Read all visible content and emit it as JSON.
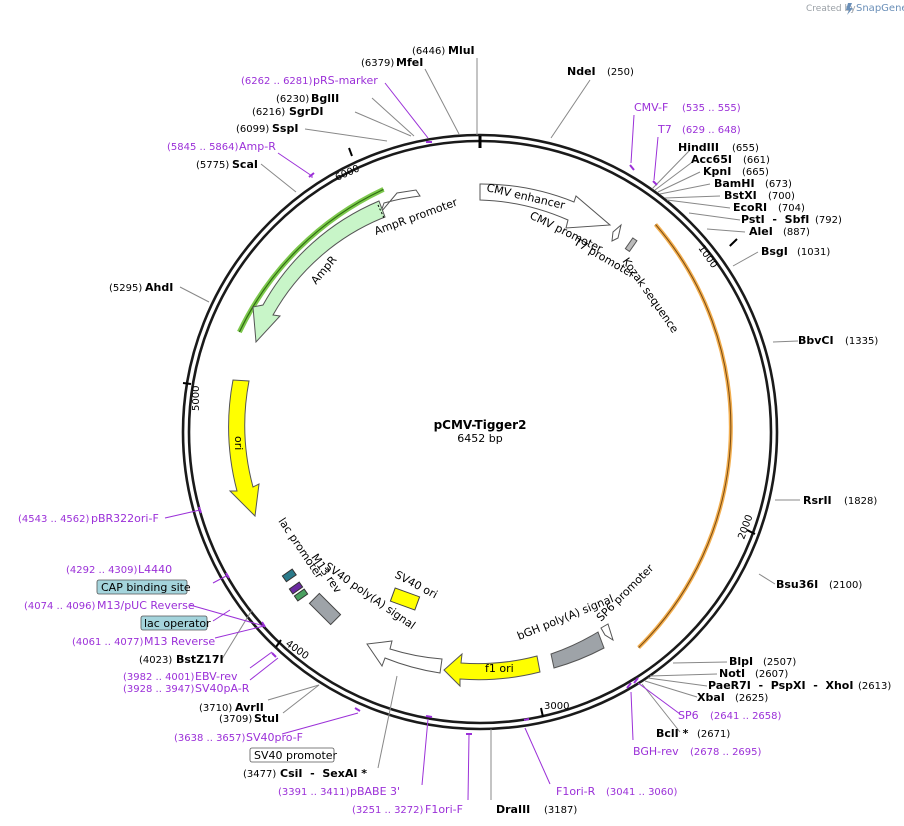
{
  "credit": {
    "prefix": "Created by",
    "brand": "SnapGene"
  },
  "plasmid": {
    "name": "pCMV-Tigger2",
    "length_label": "6452 bp",
    "length": 6452
  },
  "ruler_ticks": [
    "1000",
    "2000",
    "3000",
    "4000",
    "5000",
    "6000"
  ],
  "enzymes": [
    {
      "name": "MluI",
      "pos": "(6446)"
    },
    {
      "name": "MfeI",
      "pos": "(6379)"
    },
    {
      "name": "BglII",
      "pos": "(6230)"
    },
    {
      "name": "SgrDI",
      "pos": "(6216)"
    },
    {
      "name": "SspI",
      "pos": "(6099)"
    },
    {
      "name": "ScaI",
      "pos": "(5775)"
    },
    {
      "name": "AhdI",
      "pos": "(5295)"
    },
    {
      "name": "NdeI",
      "pos": "(250)"
    },
    {
      "name": "HindIII",
      "pos": "(655)"
    },
    {
      "name": "Acc65I",
      "pos": "(661)"
    },
    {
      "name": "KpnI",
      "pos": "(665)"
    },
    {
      "name": "BamHI",
      "pos": "(673)"
    },
    {
      "name": "BstXI",
      "pos": "(700)"
    },
    {
      "name": "EcoRI",
      "pos": "(704)"
    },
    {
      "name": "PstI  -  SbfI",
      "pos": "(792)"
    },
    {
      "name": "AleI",
      "pos": "(887)"
    },
    {
      "name": "BsgI",
      "pos": "(1031)"
    },
    {
      "name": "BbvCI",
      "pos": "(1335)"
    },
    {
      "name": "RsrII",
      "pos": "(1828)"
    },
    {
      "name": "Bsu36I",
      "pos": "(2100)"
    },
    {
      "name": "BlpI",
      "pos": "(2507)"
    },
    {
      "name": "NotI",
      "pos": "(2607)"
    },
    {
      "name": "PaeR7I  -  PspXI  -  XhoI",
      "pos": "(2613)"
    },
    {
      "name": "XbaI",
      "pos": "(2625)"
    },
    {
      "name": "BclI *",
      "pos": "(2671)"
    },
    {
      "name": "DraIII",
      "pos": "(3187)"
    },
    {
      "name": "CsiI  -  SexAI *",
      "pos": "(3477)"
    },
    {
      "name": "StuI",
      "pos": "(3709)"
    },
    {
      "name": "AvrII",
      "pos": "(3710)"
    },
    {
      "name": "BstZ17I",
      "pos": "(4023)"
    }
  ],
  "primers": [
    {
      "name": "pRS-marker",
      "pos": "(6262 .. 6281)"
    },
    {
      "name": "Amp-R",
      "pos": "(5845 .. 5864)"
    },
    {
      "name": "CMV-F",
      "pos": "(535 .. 555)"
    },
    {
      "name": "T7",
      "pos": "(629 .. 648)"
    },
    {
      "name": "SP6",
      "pos": "(2641 .. 2658)"
    },
    {
      "name": "BGH-rev",
      "pos": "(2678 .. 2695)"
    },
    {
      "name": "F1ori-R",
      "pos": "(3041 .. 3060)"
    },
    {
      "name": "F1ori-F",
      "pos": "(3251 .. 3272)"
    },
    {
      "name": "pBABE 3'",
      "pos": "(3391 .. 3411)"
    },
    {
      "name": "SV40pro-F",
      "pos": "(3638 .. 3657)"
    },
    {
      "name": "SV40pA-R",
      "pos": "(3928 .. 3947)"
    },
    {
      "name": "EBV-rev",
      "pos": "(3982 .. 4001)"
    },
    {
      "name": "M13 Reverse",
      "pos": "(4061 .. 4077)"
    },
    {
      "name": "M13/pUC Reverse",
      "pos": "(4074 .. 4096)"
    },
    {
      "name": "L4440",
      "pos": "(4292 .. 4309)"
    },
    {
      "name": "pBR322ori-F",
      "pos": "(4543 .. 4562)"
    }
  ],
  "boxed_labels": [
    "CAP binding site",
    "lac operator",
    "SV40 promoter"
  ],
  "features": [
    {
      "label": "CMV enhancer"
    },
    {
      "label": "CMV promoter"
    },
    {
      "label": "T7 promoter"
    },
    {
      "label": "Kozak sequence"
    },
    {
      "label": "AmpR promoter"
    },
    {
      "label": "AmpR"
    },
    {
      "label": "ori"
    },
    {
      "label": "lac promoter"
    },
    {
      "label": "M13 rev"
    },
    {
      "label": "SV40 poly(A) signal"
    },
    {
      "label": "SV40 ori"
    },
    {
      "label": "f1 ori"
    },
    {
      "label": "bGH poly(A) signal"
    },
    {
      "label": "SP6 promoter"
    }
  ],
  "colors": {
    "backbone": "#1a1a1a",
    "primer": "#9b30d8",
    "ampr": "#c8f5c8",
    "ori": "#ffff00",
    "insert_highlight": "#f0a030",
    "ampr_highlight": "#6fc23a",
    "cap_box": "#a4d4dc",
    "promoter": "#ffffff",
    "poly_a": "#9ea3a8"
  }
}
